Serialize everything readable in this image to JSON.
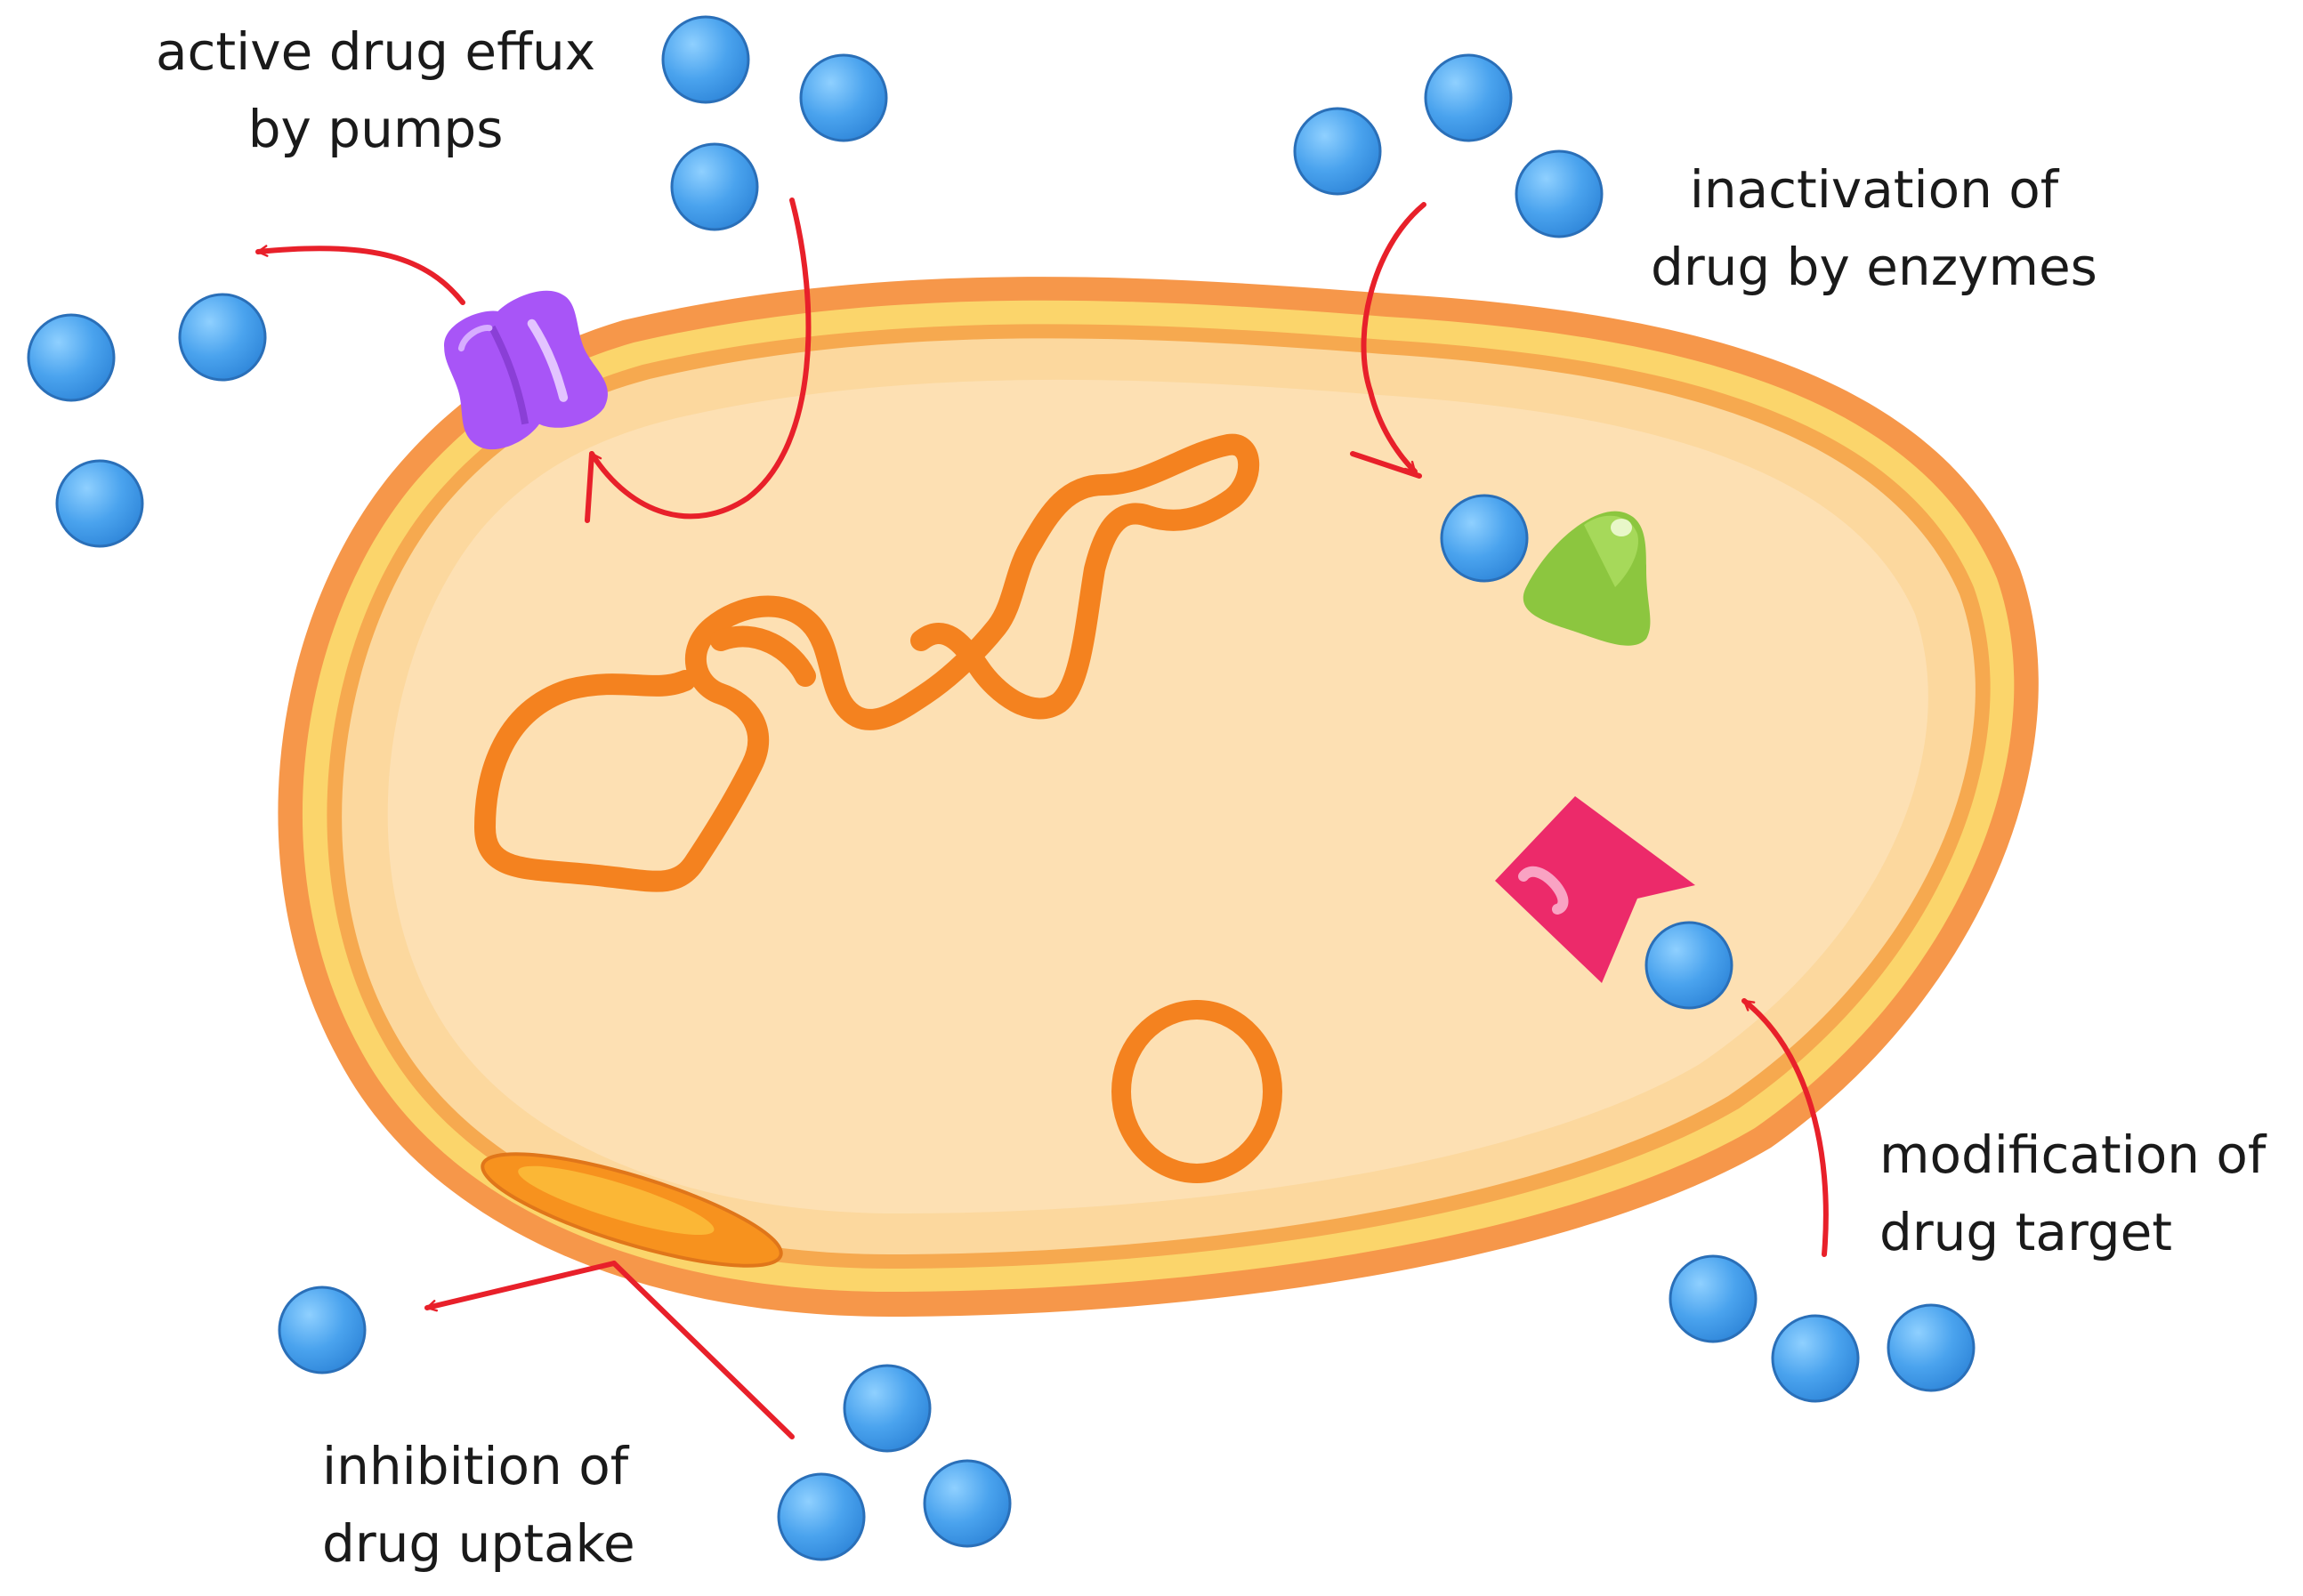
{
  "mechanisms": [
    {
      "id": "efflux",
      "lines": [
        "active drug effux",
        "by pumps"
      ]
    },
    {
      "id": "inactivation",
      "lines": [
        "inactivation of",
        "drug by enzymes"
      ]
    },
    {
      "id": "target",
      "lines": [
        "modification of",
        "drug target"
      ]
    },
    {
      "id": "uptake",
      "lines": [
        "inhibition of",
        "drug uptake"
      ]
    }
  ],
  "colors": {
    "drug": "#4aa3ee",
    "arrow": "#e8202a",
    "wall": "#f6974a",
    "membrane": "#fbd56b",
    "cytoplasm": "#fdd9a3",
    "dna": "#f4821f",
    "pump": "#a855f7",
    "enzyme": "#8cc63f",
    "target": "#ec2a6a",
    "porin": "#f7921e"
  }
}
